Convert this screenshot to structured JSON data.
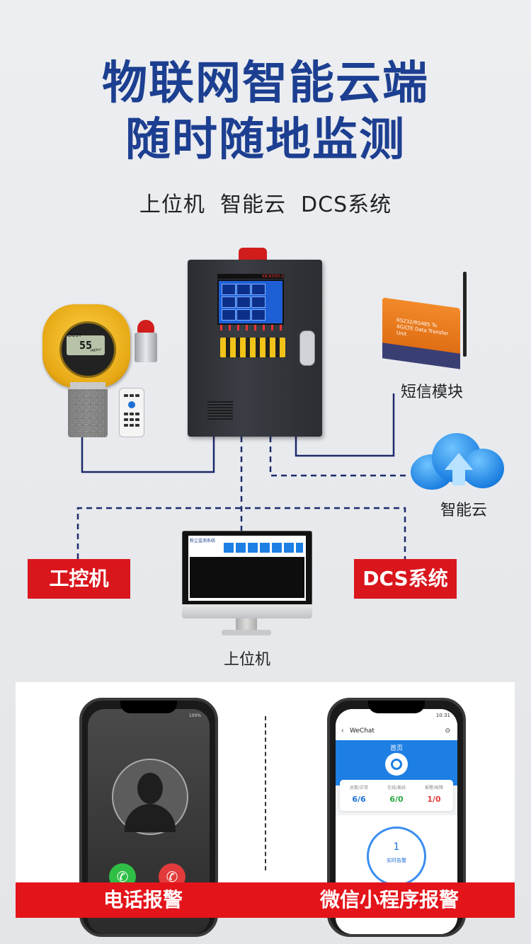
{
  "header": {
    "title_line1": "物联网智能云端",
    "title_line2": "随时随地监测",
    "subtitle": "上位机  智能云  DCS系统"
  },
  "devices": {
    "cabinet_brand": "XK-K500-2",
    "detector_reading": "55",
    "detector_unit": "μg/m³",
    "detector_label": "DUST",
    "sms_module_text": "RS232/RS485 To 4G/LTE Data Transfer Unit",
    "sms_label": "短信模块",
    "cloud_label": "智能云",
    "pc_label": "上位机",
    "monitor_app_title": "粉尘监测系统"
  },
  "tags": {
    "industrial_pc": "工控机",
    "dcs": "DCS系统"
  },
  "phones": {
    "wechat_nav": "WeChat",
    "wechat_home": "首页",
    "wechat_time": "10:31",
    "stats": [
      {
        "key": "总数/正常",
        "value": "6/6"
      },
      {
        "key": "在线/离线",
        "value": "6/0"
      },
      {
        "key": "报警/故障",
        "value": "1/0"
      }
    ],
    "alarm_count": "1",
    "alarm_text": "实时告警",
    "battery": "100%"
  },
  "footer": {
    "phone_alarm": "电话报警",
    "wechat_alarm": "微信小程序报警"
  },
  "colors": {
    "title_blue": "#1d3f91",
    "tag_red": "#d9161c",
    "line_navy": "#1e2a6b"
  }
}
